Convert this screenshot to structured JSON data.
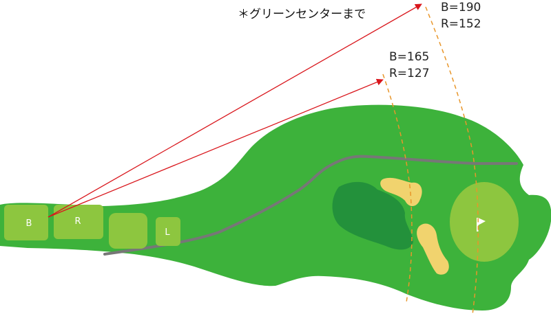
{
  "note": "＊グリーンセンターまで",
  "distances": {
    "far": {
      "back": "B=190",
      "regular": "R=152"
    },
    "near": {
      "back": "B=165",
      "regular": "R=127"
    }
  },
  "tees": [
    {
      "id": "back",
      "label": "B"
    },
    {
      "id": "regular",
      "label": "R"
    },
    {
      "id": "middle",
      "label": ""
    },
    {
      "id": "ladies",
      "label": "L"
    }
  ],
  "colors": {
    "rough": "#3db23b",
    "fairway": "#6fc22e",
    "tee": "#8dc63f",
    "green": "#8dc63f",
    "trees": "#23913b",
    "bunker": "#f1d36e",
    "cart_path": "#777777",
    "arrow": "#d9161c",
    "distance_arc": "#e8962a"
  },
  "icons": {
    "pin": "flag-icon"
  }
}
